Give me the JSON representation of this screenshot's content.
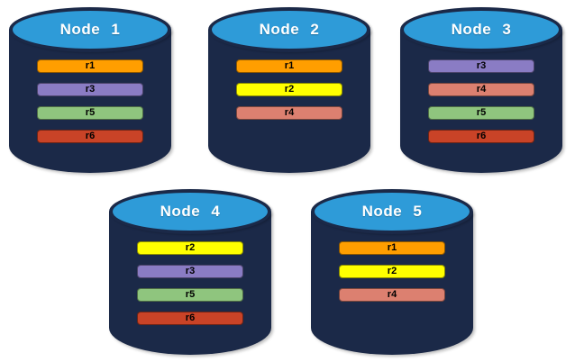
{
  "diagram_type": "database-replica-distribution",
  "colors": {
    "cylinder_body": "#1b2948",
    "cylinder_top": "#2e9bd8",
    "node_label_text": "#ffffff",
    "replica_label_text": "#000000"
  },
  "replica_colors": {
    "r1": "#ff9e00",
    "r2": "#ffff00",
    "r3": "#8a7cc4",
    "r4": "#dc8070",
    "r5": "#8fc57e",
    "r6": "#c94327"
  },
  "nodes": [
    {
      "label": "Node 1",
      "replicas": [
        "r1",
        "r3",
        "r5",
        "r6"
      ]
    },
    {
      "label": "Node 2",
      "replicas": [
        "r1",
        "r2",
        "r4"
      ]
    },
    {
      "label": "Node 3",
      "replicas": [
        "r3",
        "r4",
        "r5",
        "r6"
      ]
    },
    {
      "label": "Node 4",
      "replicas": [
        "r2",
        "r3",
        "r5",
        "r6"
      ]
    },
    {
      "label": "Node 5",
      "replicas": [
        "r1",
        "r2",
        "r4"
      ]
    }
  ]
}
